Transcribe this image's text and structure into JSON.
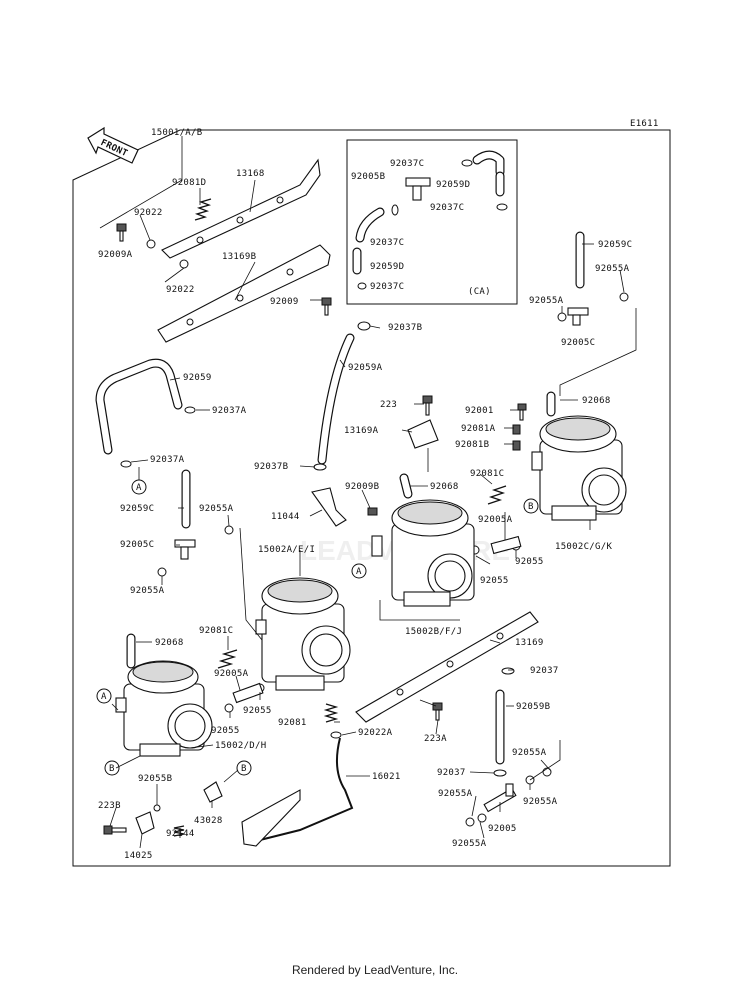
{
  "diagram_id": "E1611",
  "front_label": "FRONT",
  "footer": "Rendered by LeadVenture, Inc.",
  "watermark": "LEADVENTURE",
  "inset_label": "(CA)",
  "labels": {
    "p15001": "15001/A/B",
    "p13168": "13168",
    "p92081D": "92081D",
    "p92022a": "92022",
    "p92009A": "92009A",
    "p13169B": "13169B",
    "p92022b": "92022",
    "p92009": "92009",
    "p92037Ca": "92037C",
    "p92005B": "92005B",
    "p92059Da": "92059D",
    "p92037Cb": "92037C",
    "p92037Cc": "92037C",
    "p92059Db": "92059D",
    "p92037Cd": "92037C",
    "p92059C_r": "92059C",
    "p92055A_r": "92055A",
    "p92055A_r2": "92055A",
    "p92005C_r": "92005C",
    "p92037B": "92037B",
    "p92059A": "92059A",
    "p92059": "92059",
    "p92037A": "92037A",
    "p92037A_b": "92037A",
    "p92059C_l": "92059C",
    "p92055A_l": "92055A",
    "p92005C_l": "92005C",
    "p92055A_l2": "92055A",
    "p223": "223",
    "p13169A": "13169A",
    "p92001": "92001",
    "p92081A": "92081A",
    "p92081B": "92081B",
    "p92068_r": "92068",
    "p92081C_r": "92081C",
    "p92037B_b": "92037B",
    "p92009B": "92009B",
    "p92068_c": "92068",
    "p11044": "11044",
    "p92005A_r": "92005A",
    "p15002CGK": "15002C/G/K",
    "p15002AEI": "15002A/E/I",
    "p92055_c": "92055",
    "p92055_c2": "92055",
    "p15002BFJ": "15002B/F/J",
    "p13169": "13169",
    "p92068_l": "92068",
    "p92081C_l": "92081C",
    "p92005A_l": "92005A",
    "p92037": "92037",
    "p92055_l": "92055",
    "p92055_l2": "92055",
    "p223A": "223A",
    "p92059B": "92059B",
    "p92081": "92081",
    "p92022A": "92022A",
    "p15002DH": "15002/D/H",
    "p16021": "16021",
    "p92055A_br": "92055A",
    "p92037_b": "92037",
    "p92055A_br2": "92055A",
    "p92055A_br3": "92055A",
    "p92005": "92005",
    "p92055A_br4": "92055A",
    "p92055B": "92055B",
    "p223B": "223B",
    "p92144": "92144",
    "p43028": "43028",
    "p14025": "14025"
  },
  "callouts": {
    "A": "A",
    "B": "B"
  }
}
